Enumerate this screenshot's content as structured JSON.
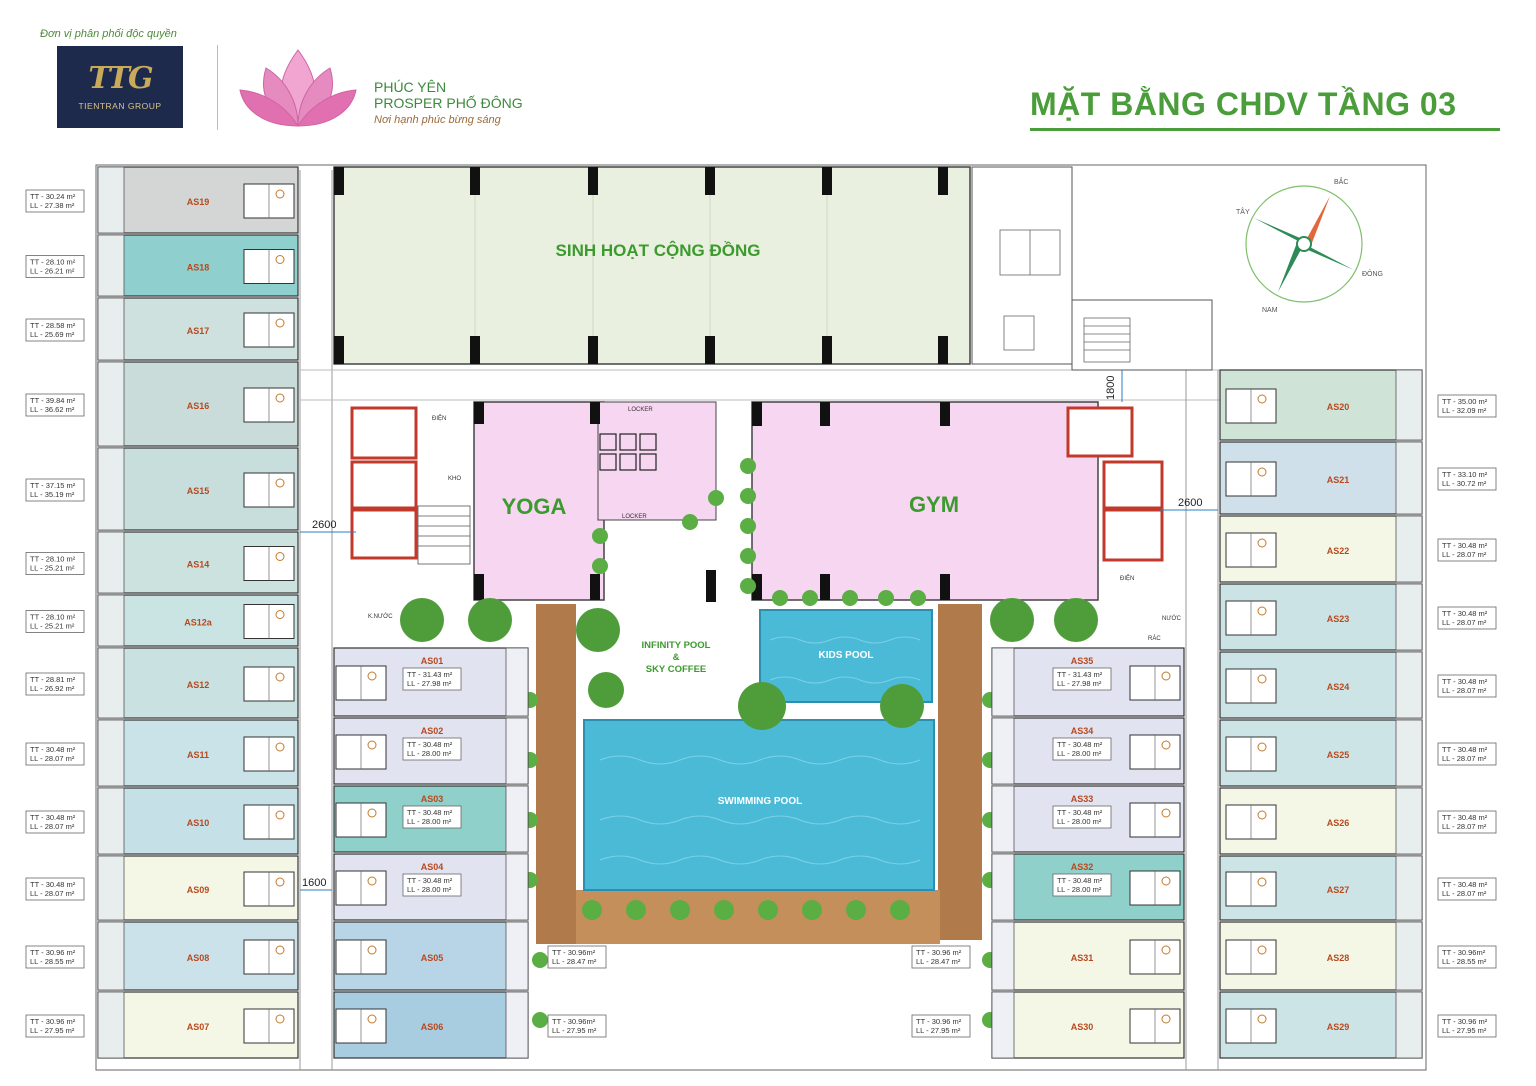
{
  "header": {
    "distributor_label": "Đơn vị phân phối độc quyền",
    "ttg_mark": "TTG",
    "ttg_sub": "TIENTRAN GROUP",
    "brand_line1": "PHÚC YÊN",
    "brand_line2": "PROSPER PHỐ ĐÔNG",
    "brand_tagline": "Nơi hạnh phúc bừng sáng",
    "page_title": "MẶT BẰNG CHDV TẦNG 03"
  },
  "compass": {
    "north": "BẮC",
    "south": "NAM",
    "east": "ĐÔNG",
    "west": "TÂY"
  },
  "rooms": {
    "community": "SINH HOẠT CỘNG ĐỒNG",
    "yoga": "YOGA",
    "gym": "GYM",
    "infinity_pool_line1": "INFINITY POOL",
    "infinity_pool_line2": "&",
    "infinity_pool_line3": "SKY COFFEE",
    "kids_pool": "KIDS POOL",
    "swimming_pool": "SWIMMING POOL",
    "dien_left": "ĐIỆN",
    "kho": "KHO",
    "dien_right": "ĐIỆN",
    "nuoc_right": "NƯỚC",
    "rac": "RÁC",
    "k_nuoc": "K.NƯỚC",
    "locker_top": "LOCKER",
    "locker_bottom": "LOCKER"
  },
  "dimensions": {
    "left_corridor": "2600",
    "right_corridor": "2600",
    "top_right": "1800",
    "left_lower": "1600"
  },
  "left_units": [
    {
      "id": "AS19",
      "tt": "TT - 30.24 m²",
      "ll": "LL - 27.38 m²",
      "color": "#d4d6d6"
    },
    {
      "id": "AS18",
      "tt": "TT - 28.10 m²",
      "ll": "LL - 26.21 m²",
      "color": "#8fcfcd"
    },
    {
      "id": "AS17",
      "tt": "TT - 28.58 m²",
      "ll": "LL - 25.69 m²",
      "color": "#cfe1df"
    },
    {
      "id": "AS16",
      "tt": "TT - 39.84 m²",
      "ll": "LL - 36.62 m²",
      "color": "#c9dcda"
    },
    {
      "id": "AS15",
      "tt": "TT - 37.15 m²",
      "ll": "LL - 35.19 m²",
      "color": "#c8dedc"
    },
    {
      "id": "AS14",
      "tt": "TT - 28.10 m²",
      "ll": "LL - 25.21 m²",
      "color": "#cbe2df"
    },
    {
      "id": "AS12a",
      "tt": "TT - 28.10 m²",
      "ll": "LL - 25.21 m²",
      "color": "#cae3e3"
    },
    {
      "id": "AS12",
      "tt": "TT - 28.81 m²",
      "ll": "LL - 26.92 m²",
      "color": "#c9e1e1"
    },
    {
      "id": "AS11",
      "tt": "TT - 30.48 m²",
      "ll": "LL - 28.07 m²",
      "color": "#c9e3e8"
    },
    {
      "id": "AS10",
      "tt": "TT - 30.48 m²",
      "ll": "LL - 28.07 m²",
      "color": "#c5e0e6"
    },
    {
      "id": "AS09",
      "tt": "TT - 30.48 m²",
      "ll": "LL - 28.07 m²",
      "color": "#f5f7e6"
    },
    {
      "id": "AS08",
      "tt": "TT - 30.96 m²",
      "ll": "LL - 28.55 m²",
      "color": "#cce2ea"
    },
    {
      "id": "AS07",
      "tt": "TT - 30.96 m²",
      "ll": "LL - 27.95 m²",
      "color": "#f5f7e6"
    }
  ],
  "right_units": [
    {
      "id": "AS20",
      "tt": "TT - 35.00 m²",
      "ll": "LL - 32.09 m²",
      "color": "#cfe4d7"
    },
    {
      "id": "AS21",
      "tt": "TT - 33.10 m²",
      "ll": "LL - 30.72 m²",
      "color": "#cfe0ea"
    },
    {
      "id": "AS22",
      "tt": "TT - 30.48 m²",
      "ll": "LL - 28.07 m²",
      "color": "#f5f7e6"
    },
    {
      "id": "AS23",
      "tt": "TT - 30.48 m²",
      "ll": "LL - 28.07 m²",
      "color": "#cce3e6"
    },
    {
      "id": "AS24",
      "tt": "TT - 30.48 m²",
      "ll": "LL - 28.07 m²",
      "color": "#cde4e7"
    },
    {
      "id": "AS25",
      "tt": "TT - 30.48 m²",
      "ll": "LL - 28.07 m²",
      "color": "#cde4e7"
    },
    {
      "id": "AS26",
      "tt": "TT - 30.48 m²",
      "ll": "LL - 28.07 m²",
      "color": "#f5f7e6"
    },
    {
      "id": "AS27",
      "tt": "TT - 30.48 m²",
      "ll": "LL - 28.07 m²",
      "color": "#cde4e7"
    },
    {
      "id": "AS28",
      "tt": "TT - 30.96m²",
      "ll": "LL - 28.55 m²",
      "color": "#f5f7e6"
    },
    {
      "id": "AS29",
      "tt": "TT - 30.96 m²",
      "ll": "LL - 27.95 m²",
      "color": "#cde4e7"
    }
  ],
  "inner_left_units": [
    {
      "id": "AS01",
      "tt": "TT - 31.43 m²",
      "ll": "LL - 27.98 m²",
      "color": "#e1e3f1"
    },
    {
      "id": "AS02",
      "tt": "TT - 30.48 m²",
      "ll": "LL - 28.00 m²",
      "color": "#e1e3f1"
    },
    {
      "id": "AS03",
      "tt": "TT - 30.48 m²",
      "ll": "LL - 28.00 m²",
      "color": "#8fd0ca"
    },
    {
      "id": "AS04",
      "tt": "TT - 30.48 m²",
      "ll": "LL - 28.00 m²",
      "color": "#e1e3f1"
    },
    {
      "id": "AS05",
      "tt": "TT - 30.96m²",
      "ll": "LL - 28.47 m²",
      "color": "#b7d5e6"
    },
    {
      "id": "AS06",
      "tt": "TT - 30.96m²",
      "ll": "LL - 27.95 m²",
      "color": "#a9cde0"
    }
  ],
  "inner_right_units": [
    {
      "id": "AS35",
      "tt": "TT - 31.43 m²",
      "ll": "LL - 27.98 m²",
      "color": "#e1e3f1"
    },
    {
      "id": "AS34",
      "tt": "TT - 30.48 m²",
      "ll": "LL - 28.00 m²",
      "color": "#e1e3f1"
    },
    {
      "id": "AS33",
      "tt": "TT - 30.48 m²",
      "ll": "LL - 28.00 m²",
      "color": "#e1e3f1"
    },
    {
      "id": "AS32",
      "tt": "TT - 30.48 m²",
      "ll": "LL - 28.00 m²",
      "color": "#8fd0ca"
    },
    {
      "id": "AS31",
      "tt": "TT - 30.96 m²",
      "ll": "LL - 28.47 m²",
      "color": "#f5f7e6"
    },
    {
      "id": "AS30",
      "tt": "TT - 30.96 m²",
      "ll": "LL - 27.95 m²",
      "color": "#f5f7e6"
    }
  ],
  "colors": {
    "community": "#e9f0df",
    "fitness": "#f7d6f2",
    "pool": "#4bbad7",
    "deck": "#b07a4a",
    "green": "#3c9a2e",
    "label": "#b7491e"
  }
}
